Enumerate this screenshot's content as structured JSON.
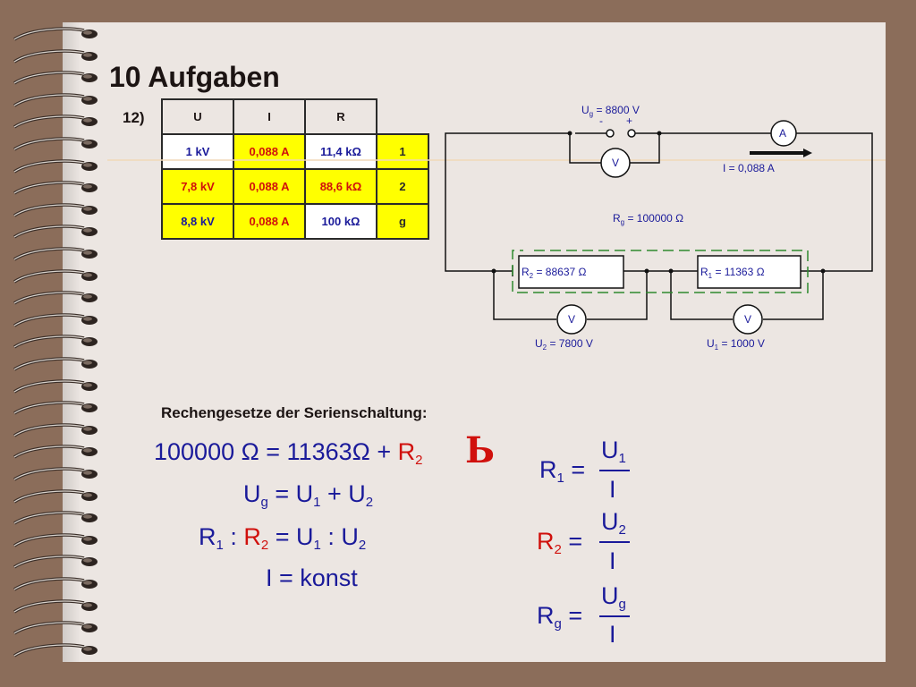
{
  "page": {
    "title": "10 Aufgaben",
    "task_number": "12)"
  },
  "table": {
    "headers": [
      "U",
      "I",
      "R"
    ],
    "rows": [
      {
        "u": "1 kV",
        "i": "0,088 A",
        "r": "11,4 kΩ",
        "n": "1"
      },
      {
        "u": "7,8 kV",
        "i": "0,088 A",
        "r": "88,6 kΩ",
        "n": "2"
      },
      {
        "u": "8,8 kV",
        "i": "0,088 A",
        "r": "100 kΩ",
        "n": "g"
      }
    ]
  },
  "circuit": {
    "ug_label": "U",
    "ug_sub": "g",
    "ug_value": " = 8800 V",
    "minus": "-",
    "plus": "+",
    "ammeter": "A",
    "voltmeter": "V",
    "current_label": "I = 0,088 A",
    "rg_label": "R",
    "rg_sub": "g",
    "rg_value": " = 100000 Ω",
    "r2_label": "R",
    "r2_sub": "2",
    "r2_value": " = 88637 Ω",
    "r1_label": "R",
    "r1_sub": "1",
    "r1_value": " = 11363 Ω",
    "u2_label": "U",
    "u2_sub": "2",
    "u2_value": " = 7800 V",
    "u1_label": "U",
    "u1_sub": "1",
    "u1_value": " = 1000 V"
  },
  "formulas": {
    "heading": "Rechengesetze der Serienschaltung:",
    "eq1_left": "100000 Ω = 11363Ω + ",
    "eq1_r": "R",
    "eq1_r_sub": "2",
    "eq2_u": "U",
    "eq2_g": "g",
    "eq2_mid": " = U",
    "eq2_1": "1",
    "eq2_plus": " + U",
    "eq2_2": "2",
    "eq3_r": "R",
    "eq3_1": "1",
    "eq3_colon": " : ",
    "eq3_r2": "R",
    "eq3_2": "2",
    "eq3_rest": " = U",
    "eq3_u1sub": "1",
    "eq3_colon2": " : U",
    "eq3_u2sub": "2",
    "eq4": "I = konst",
    "frac1_left": "R",
    "frac1_left_sub": "1",
    "frac1_num": "U",
    "frac1_num_sub": "1",
    "frac2_left": "R",
    "frac2_left_sub": "2",
    "frac2_num": "U",
    "frac2_num_sub": "2",
    "frac3_left": "R",
    "frac3_left_sub": "g",
    "frac3_num": "U",
    "frac3_num_sub": "g",
    "equals": "=",
    "denominator": "I",
    "cursor_glyph": "Ь"
  }
}
